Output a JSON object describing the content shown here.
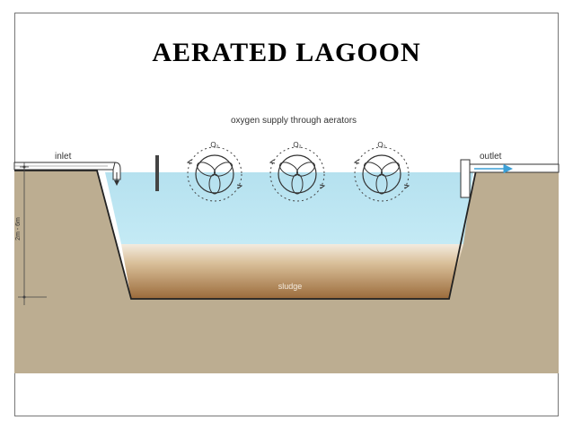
{
  "title": "AERATED LAGOON",
  "labels": {
    "aerators": "oxygen supply through aerators",
    "inlet": "inlet",
    "outlet": "outlet",
    "sludge": "sludge",
    "depth": "2m - 6m",
    "o2": "O₂"
  },
  "aerators": [
    {
      "name": "aerator-left"
    },
    {
      "name": "aerator-middle"
    },
    {
      "name": "aerator-right"
    }
  ],
  "colors": {
    "ground": "#bcad91",
    "water": "#b9e4f1",
    "sludge": "#a87a48",
    "outlet_arrow": "#3c9fd6"
  }
}
